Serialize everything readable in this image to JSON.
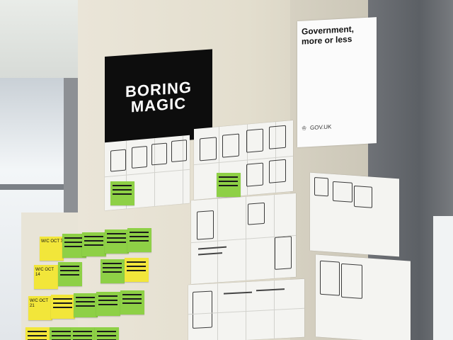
{
  "posters": {
    "boring_magic": {
      "line1": "BORING",
      "line2": "MAGIC"
    },
    "government": {
      "title": "Government, more or less",
      "logo": "GOV.UK",
      "crown": "♔"
    }
  },
  "sticky_notes": {
    "labels": [
      "W/C OCT 7",
      "W/C OCT 14",
      "W/C OCT 21"
    ]
  },
  "colors": {
    "yellow_note": "#f2e63a",
    "green_note": "#8ed046",
    "poster_black": "#0d0d0d"
  }
}
